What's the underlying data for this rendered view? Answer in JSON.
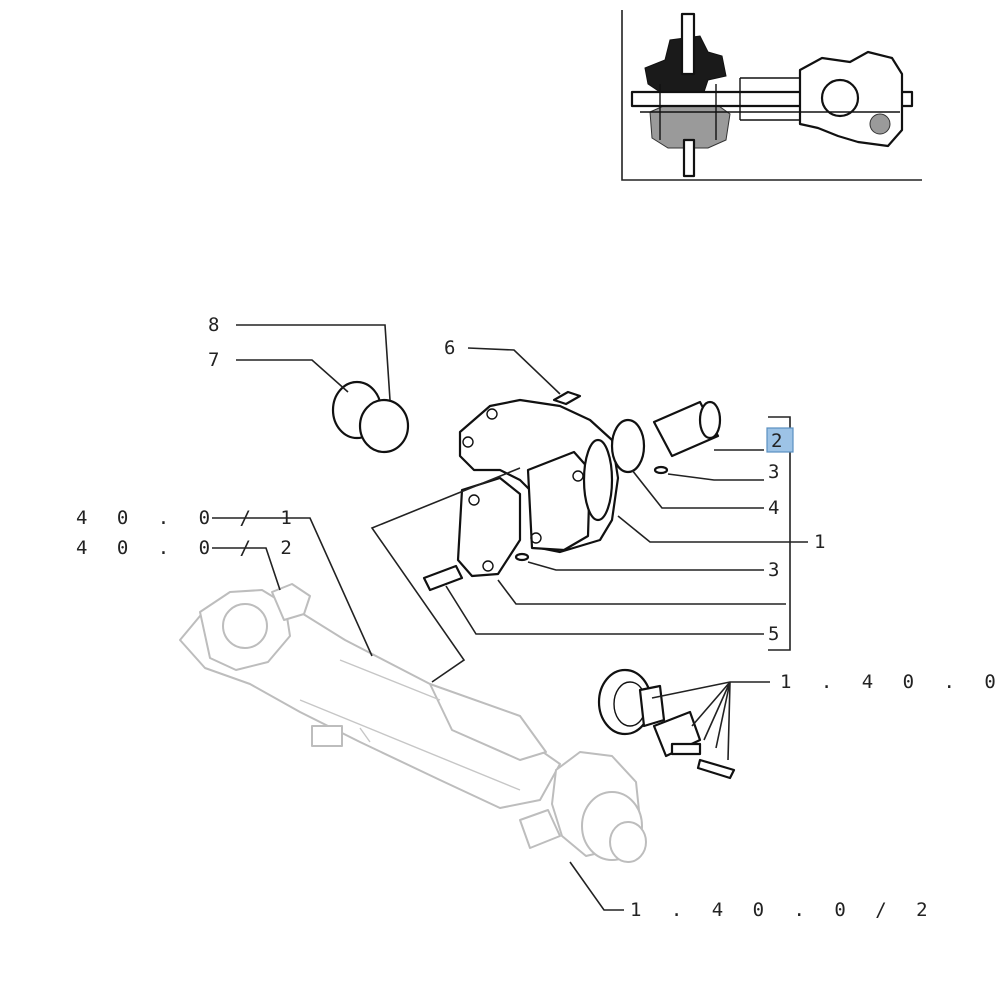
{
  "diagram": {
    "callouts": {
      "c1": "1",
      "c2": "2",
      "c3a": "3",
      "c3b": "3",
      "c4": "4",
      "c5": "5",
      "c6": "6",
      "c7": "7",
      "c8": "8"
    },
    "references": {
      "ref_40_1": "4 0 . 0 / 1",
      "ref_40_2": "4 0 . 0 / 2",
      "ref_1_40_0": "1 . 4 0 . 0 /",
      "ref_1_40_2": "1 . 4 0 . 0 / 2"
    },
    "highlight_color": "#9dc3e6",
    "line_color": "#222222",
    "ghost_color": "#bdbdbd"
  }
}
